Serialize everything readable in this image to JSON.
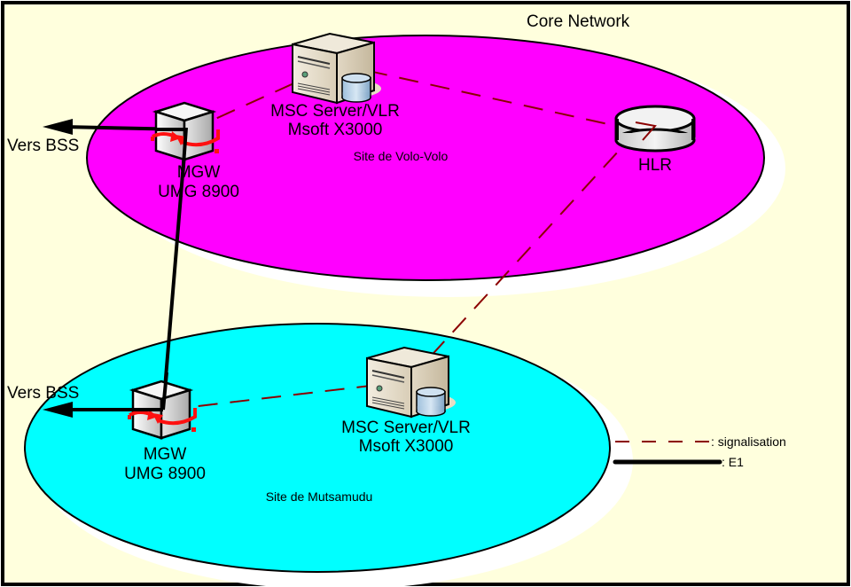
{
  "title": "Core Network",
  "colors": {
    "background": "#FFFFDD",
    "frame": "#000000",
    "site_volo": "#FF00FF",
    "site_mutsa": "#00FFFF",
    "shadow": "#FFFFFF",
    "signalisation": "#8B0000",
    "e1": "#000000",
    "rotation_arrows": "#FF1010"
  },
  "sites": [
    {
      "name": "Site de Volo-Volo",
      "nodes": {
        "msc": {
          "line1": "MSC Server/VLR",
          "line2": "Msoft X3000"
        },
        "mgw": {
          "line1": "MGW",
          "line2": "UMG 8900"
        },
        "hlr": {
          "label": "HLR"
        }
      },
      "bss_label": "Vers BSS"
    },
    {
      "name": "Site de Mutsamudu",
      "nodes": {
        "msc": {
          "line1": "MSC Server/VLR",
          "line2": "Msoft X3000"
        },
        "mgw": {
          "line1": "MGW",
          "line2": "UMG 8900"
        }
      },
      "bss_label": "Vers BSS"
    }
  ],
  "links": [
    {
      "from": "MGW Volo-Volo",
      "to": "MSC Server/VLR Volo-Volo",
      "type": "signalisation"
    },
    {
      "from": "MSC Server/VLR Volo-Volo",
      "to": "HLR",
      "type": "signalisation"
    },
    {
      "from": "HLR",
      "to": "MSC Server/VLR Mutsamudu",
      "type": "signalisation"
    },
    {
      "from": "MSC Server/VLR Mutsamudu",
      "to": "MGW Mutsamudu",
      "type": "signalisation"
    },
    {
      "from": "MGW Volo-Volo",
      "to": "MGW Mutsamudu",
      "type": "E1"
    },
    {
      "from": "MGW Volo-Volo",
      "to": "BSS",
      "type": "E1"
    },
    {
      "from": "MGW Mutsamudu",
      "to": "BSS",
      "type": "E1"
    }
  ],
  "legend": {
    "signalisation": ": signalisation",
    "e1": ": E1"
  }
}
